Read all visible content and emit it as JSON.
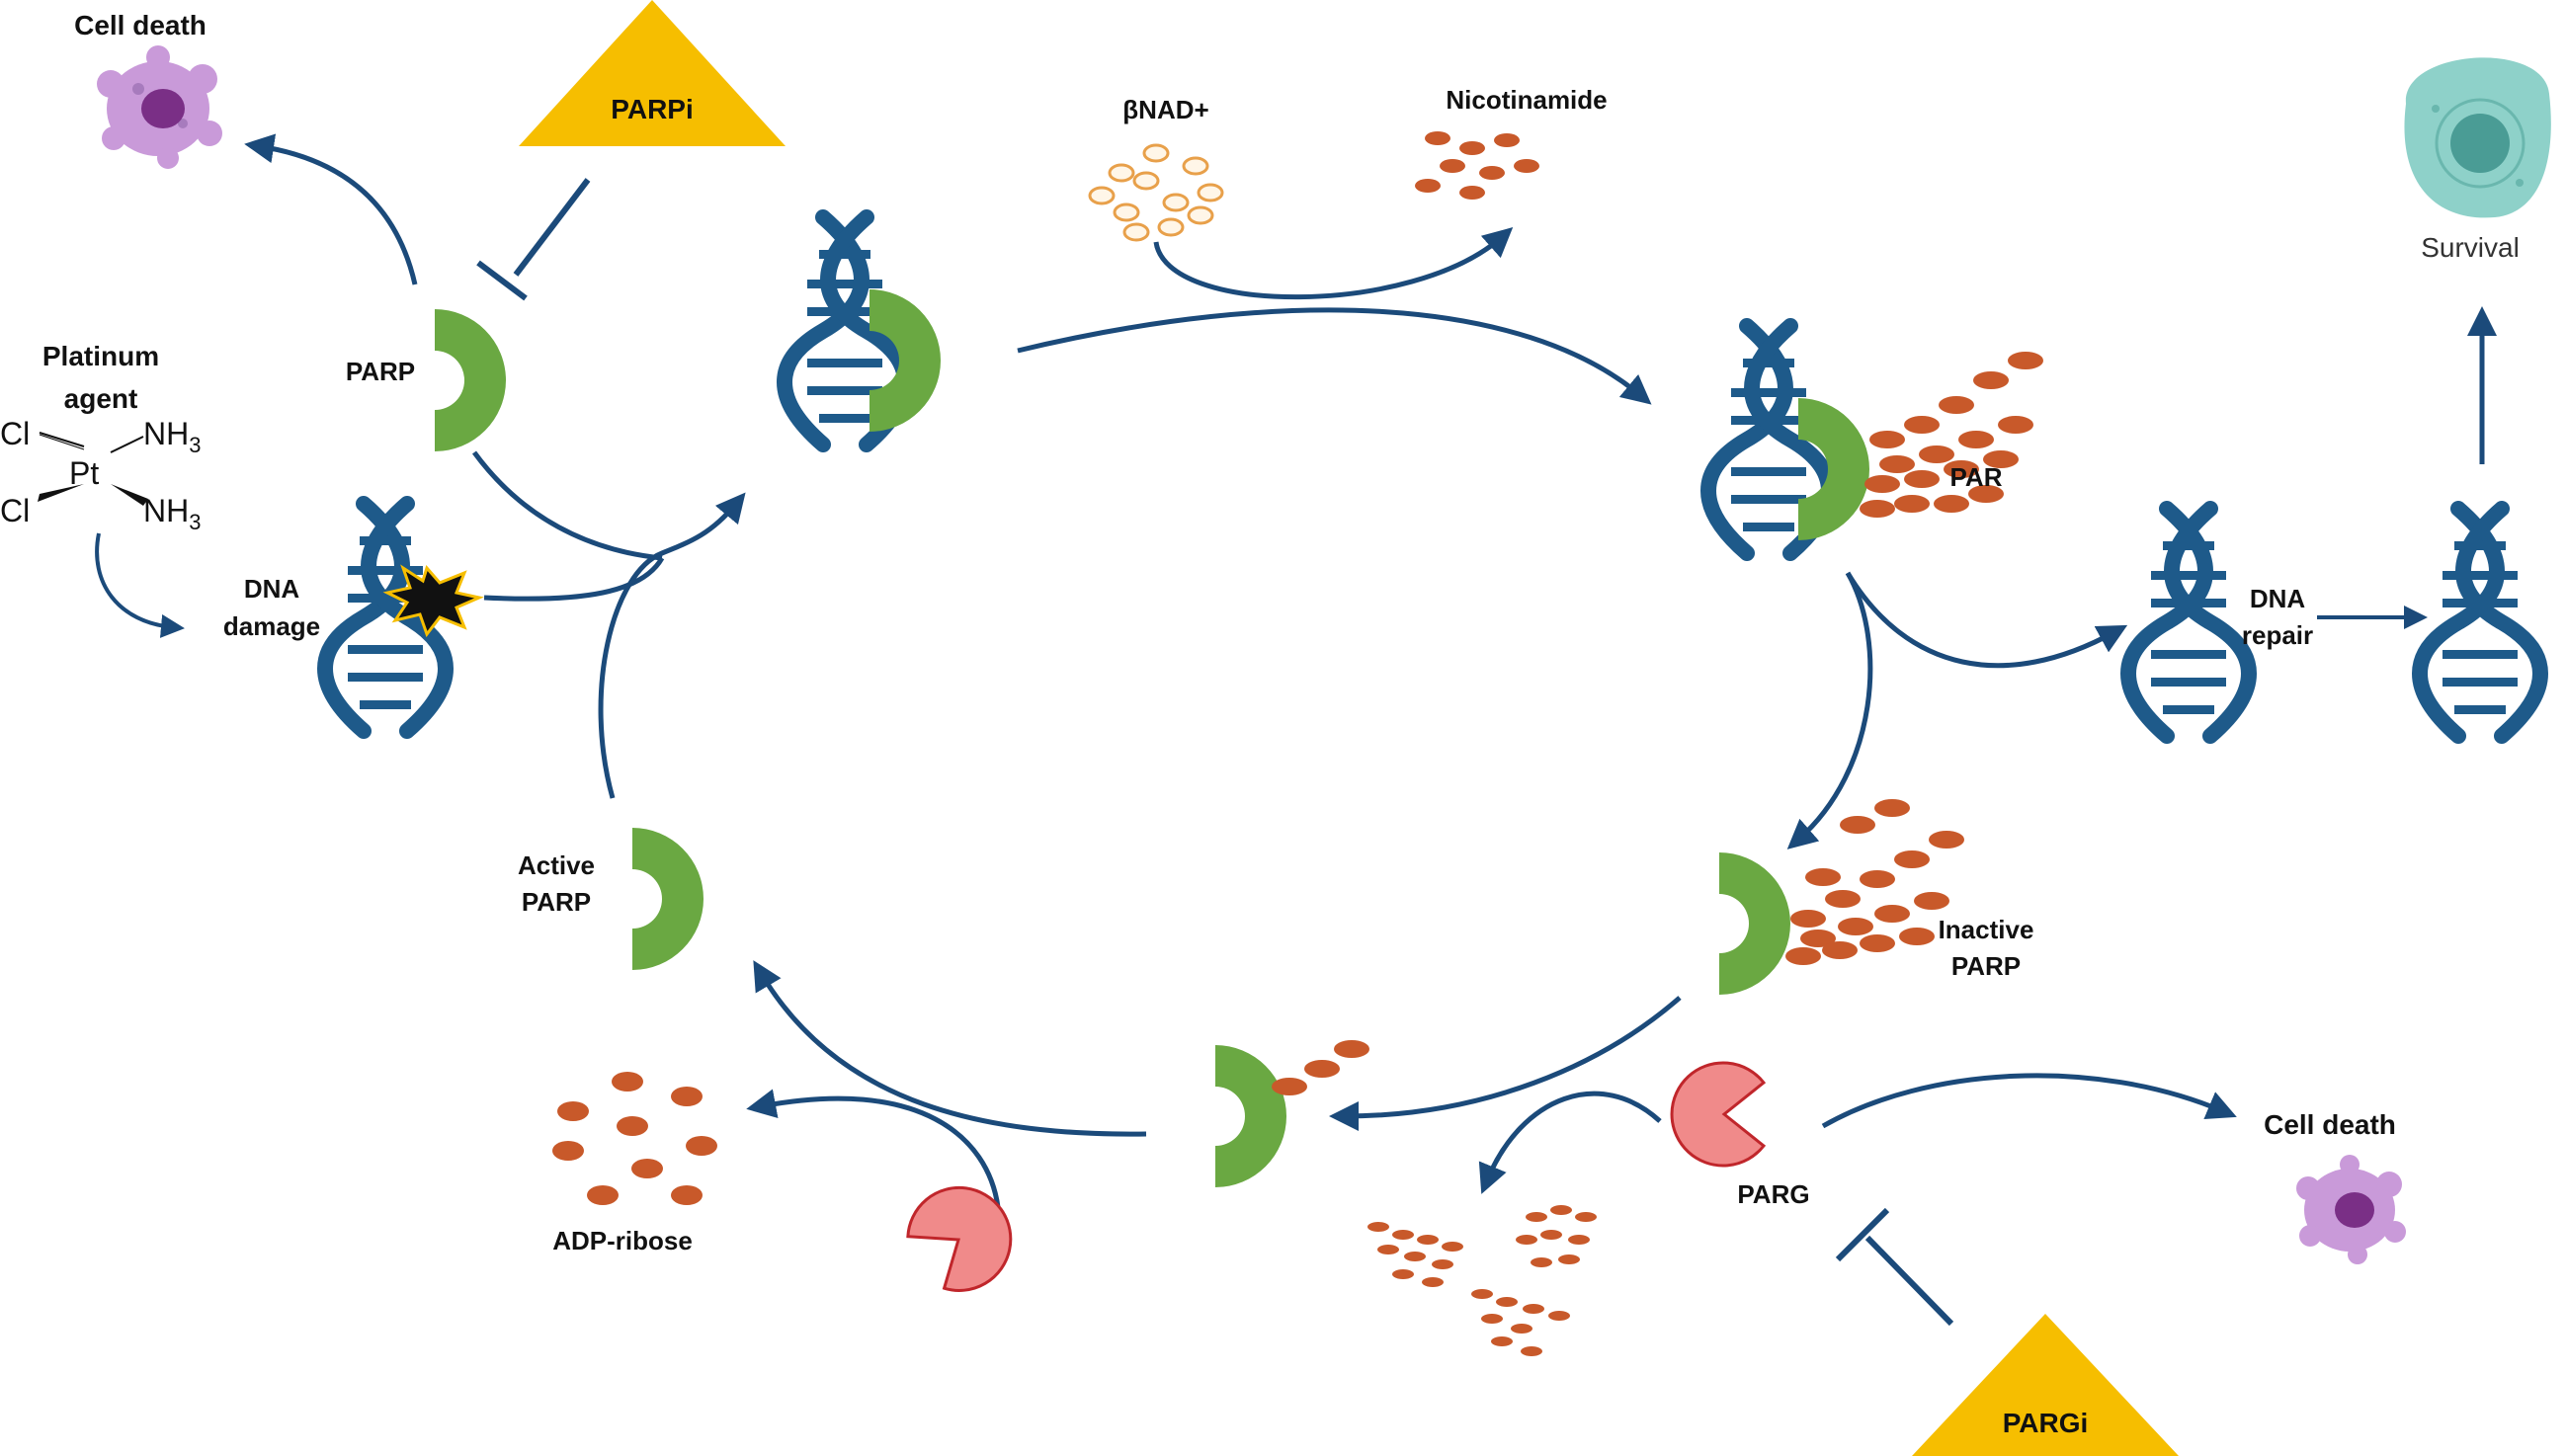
{
  "labels": {
    "cell_death_top": "Cell death",
    "parpi": "PARPi",
    "parp": "PARP",
    "platinum_agent_1": "Platinum",
    "platinum_agent_2": "agent",
    "cl1": "Cl",
    "cl2": "Cl",
    "pt": "Pt",
    "nh3_1": "NH",
    "nh3_2": "NH",
    "sub3": "3",
    "dna_damage_1": "DNA",
    "dna_damage_2": "damage",
    "bnad": "βNAD+",
    "nicotinamide": "Nicotinamide",
    "survival": "Survival",
    "par": "PAR",
    "dna_repair_1": "DNA",
    "dna_repair_2": "repair",
    "inactive_parp_1": "Inactive",
    "inactive_parp_2": "PARP",
    "active_parp_1": "Active",
    "active_parp_2": "PARP",
    "adp_ribose": "ADP-ribose",
    "parg": "PARG",
    "cell_death_right": "Cell death",
    "pargi": "PARGi"
  },
  "colors": {
    "arrow": "#1b4a7a",
    "dna": "#1e5a8a",
    "parp_green": "#6aa842",
    "parg_pink": "#f08a8a",
    "par_orange": "#c8592a",
    "inhibitor_yellow": "#f6be00",
    "cell_purple": "#b97fd0",
    "survival_cell": "#8ed1c9"
  }
}
